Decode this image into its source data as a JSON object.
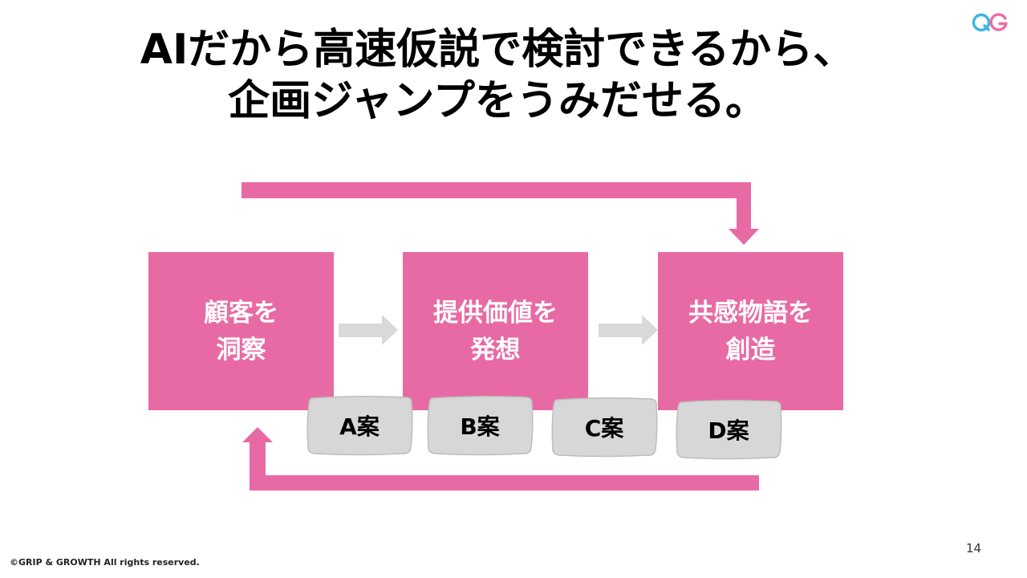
{
  "slide": {
    "title_line1": "AIだから高速仮説で検討できるから、",
    "title_line2": "企画ジャンプをうみだせる。",
    "page_number": "14",
    "copyright": "©GRIP & GROWTH All rights reserved."
  },
  "diagram": {
    "steps": [
      {
        "line1": "顧客を",
        "line2": "洞察"
      },
      {
        "line1": "提供価値を",
        "line2": "発想"
      },
      {
        "line1": "共感物語を",
        "line2": "創造"
      }
    ],
    "plans": [
      "A案",
      "B案",
      "C案",
      "D案"
    ]
  },
  "colors": {
    "accent_pink": "#e86aa5",
    "arrow_gray": "#d9d9d9",
    "plan_gray": "#d7d7d7",
    "logo_blue": "#3ab6e0",
    "logo_pink": "#f06aa8"
  }
}
